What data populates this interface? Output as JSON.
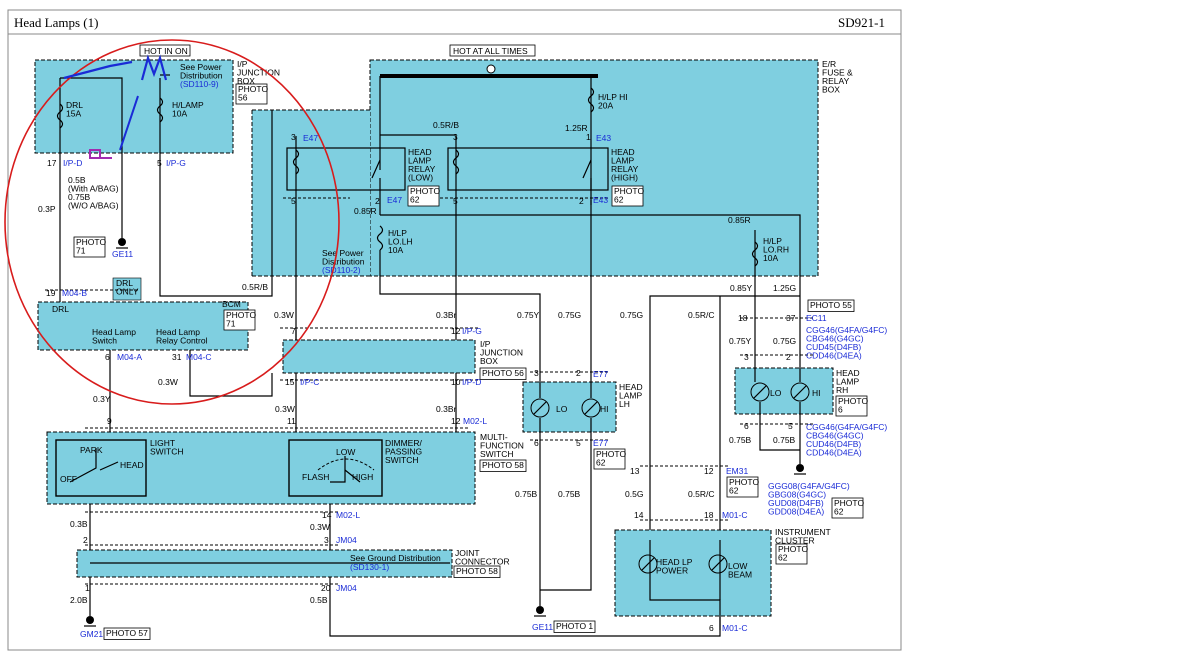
{
  "header": {
    "title": "Head Lamps (1)",
    "code": "SD921-1"
  },
  "banners": {
    "hot_run_on": "HOT IN ON",
    "hot_all_times": "HOT AT ALL TIMES"
  },
  "ip_junction_box_top": {
    "label": "I/P\nJUNCTION\nBOX",
    "photo": "PHOTO\n56",
    "see_power": "See Power\nDistribution",
    "see_power_ref": "(SD110-9)",
    "fuse_drl": "DRL\n15A",
    "fuse_hlamp": "H/LAMP\n10A",
    "pin17": "17",
    "conn17": "I/P-D",
    "pin5": "5",
    "conn5": "I/P-G"
  },
  "er_box": {
    "label": "E/R\nFUSE &\nRELAY\nBOX",
    "fuse_hi": "H/LP HI\n20A",
    "relay_low": "HEAD\nLAMP\nRELAY\n(LOW)",
    "relay_low_photo": "PHOTO\n62",
    "relay_high": "HEAD\nLAMP\nRELAY\n(HIGH)",
    "relay_high_photo": "PHOTO\n62",
    "fuse_lo_lh": "H/LP\nLO.LH\n10A",
    "fuse_lo_rh": "H/LP\nLO.RH\n10A",
    "see_power": "See Power\nDistribution",
    "see_power_ref": "(SD110-2)",
    "conn_e47": "E47",
    "conn_e43": "E43"
  },
  "wires": {
    "w_05rb_top": "0.5R/B",
    "w_125r": "1.25R",
    "w_085r_a": "0.85R",
    "w_085r_b": "0.85R",
    "w_05rb_bot": "0.5R/B",
    "w_05b": "0.5B\n(With A/BAG)\n0.75B\n(W/O A/BAG)",
    "w_03p": "0.3P",
    "w_03w_a": "0.3W",
    "w_03br_a": "0.3Br",
    "w_075y_a": "0.75Y",
    "w_075g_a": "0.75G",
    "w_075g_b": "0.75G",
    "w_05rc_a": "0.5R/C",
    "w_085y": "0.85Y",
    "w_125g": "1.25G",
    "w_075y_b": "0.75Y",
    "w_075g_c": "0.75G",
    "w_03w_b": "0.3W",
    "w_03y": "0.3Y",
    "w_03w_c": "0.3W",
    "w_03br_b": "0.3Br",
    "w_075b_a": "0.75B",
    "w_075b_b": "0.75B",
    "w_075b_c": "0.75B",
    "w_05g": "0.5G",
    "w_05rc_b": "0.5R/C",
    "w_03b": "0.3B",
    "w_03w_d": "0.3W",
    "w_20b": "2.0B",
    "w_05b_b": "0.5B",
    "w_075b_d": "0.75B"
  },
  "bcm": {
    "label": "BCM",
    "photo": "PHOTO\n71",
    "drl": "DRL",
    "hl_switch": "Head Lamp\nSwitch",
    "hl_relay": "Head Lamp\nRelay Control",
    "pin19": "19",
    "conn19": "M04-B",
    "pin6": "6",
    "conn6": "M04-A",
    "pin31": "31",
    "conn31": "M04-C",
    "drl_only": "DRL\nONLY",
    "photo71": "PHOTO\n71",
    "ge11": "GE11"
  },
  "ip_junction_mid": {
    "label": "I/P\nJUNCTION\nBOX",
    "photo": "PHOTO 56",
    "pin7": "7",
    "pin12": "12",
    "conn12": "I/P-G",
    "pin15": "15",
    "conn15": "I/P-C",
    "pin10": "10",
    "conn10": "I/P-D"
  },
  "head_lamp_lh": {
    "label": "HEAD\nLAMP\nLH",
    "photo": "PHOTO\n62",
    "lo": "LO",
    "hi": "HI",
    "conn": "E77"
  },
  "head_lamp_rh": {
    "label": "HEAD\nLAMP\nRH",
    "photo": "PHOTO\n6",
    "lo": "LO",
    "hi": "HI",
    "photo55": "PHOTO 55",
    "ec11": "EC11",
    "conn_list_a": "CGG46(G4FA/G4FC)\nCBG46(G4GC)\nCUD45(D4FB)\nCDD46(D4EA)",
    "conn_list_b": "CGG46(G4FA/G4FC)\nCBG46(G4GC)\nCUD46(D4FB)\nCDD46(D4EA)"
  },
  "multi_switch": {
    "label": "MULTI-\nFUNCTION\nSWITCH",
    "photo": "PHOTO 58",
    "light_switch": "LIGHT\nSWITCH",
    "park": "PARK",
    "off": "OFF",
    "head": "HEAD",
    "dimmer": "DIMMER/\nPASSING\nSWITCH",
    "low": "LOW",
    "flash": "FLASH",
    "high": "HIGH",
    "conn": "M02-L"
  },
  "joint": {
    "label": "JOINT\nCONNECTOR",
    "photo": "PHOTO 58",
    "see_ground": "See Ground Distribution",
    "see_ground_ref": "(SD130-1)",
    "conn": "JM04"
  },
  "instrument": {
    "label": "INSTRUMENT\nCLUSTER",
    "photo": "PHOTO\n62",
    "head_lp": "HEAD LP\nPOWER",
    "low_beam": "LOW\nBEAM",
    "conn": "M01-C",
    "em31": "EM31",
    "em31_photo": "PHOTO\n62",
    "ggg": "GGG08(G4FA/G4FC)\nGBG08(G4GC)\nGUD08(D4FB)\nGDD08(D4EA)",
    "ggg_photo": "PHOTO\n62"
  },
  "grounds": {
    "gm21": "GM21",
    "gm21_photo": "PHOTO 57",
    "ge11_b": "GE11",
    "ge11_b_photo": "PHOTO 1"
  }
}
